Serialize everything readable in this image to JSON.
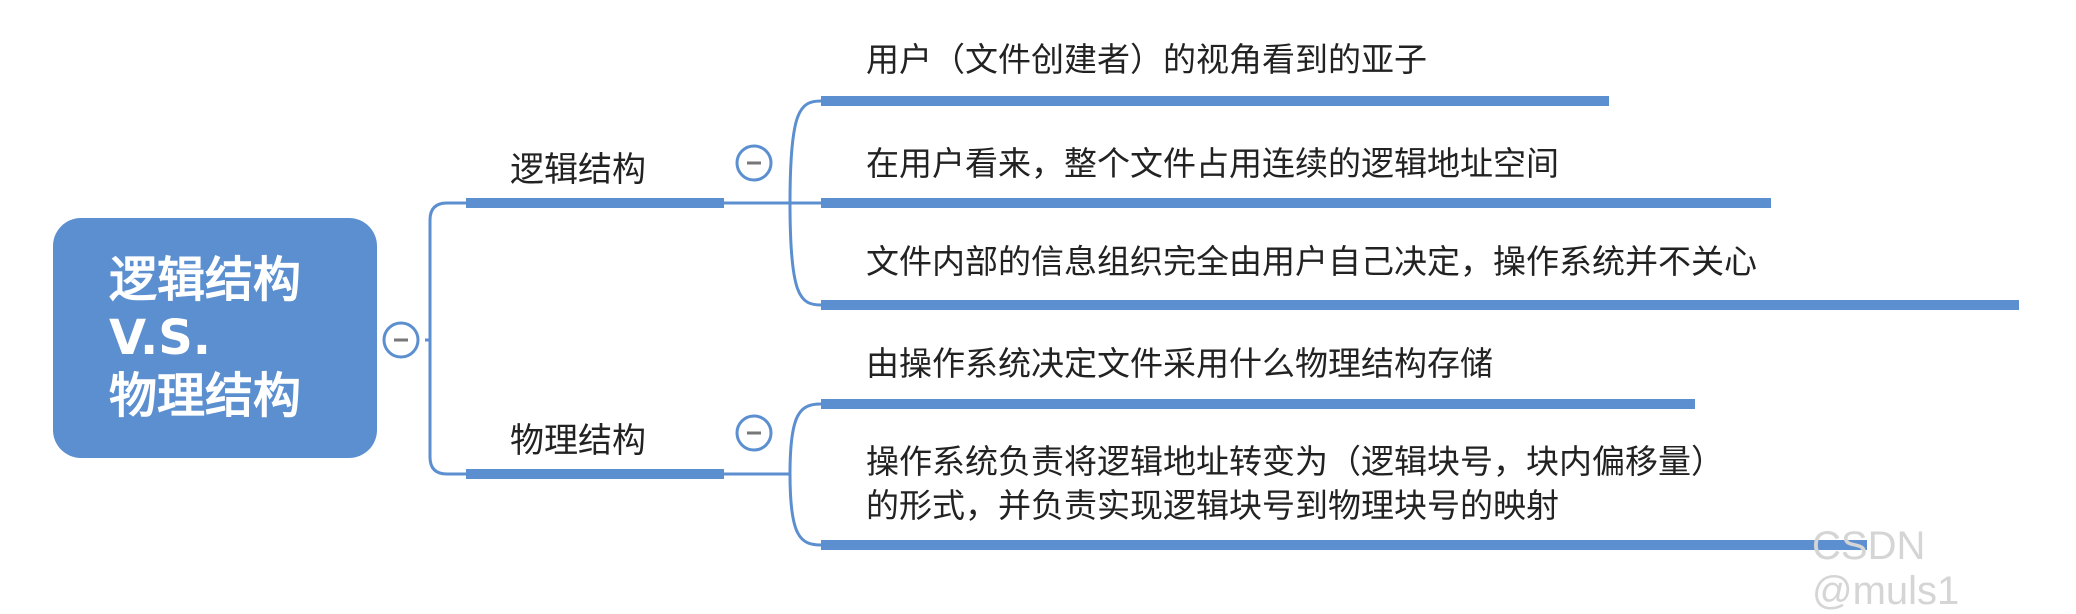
{
  "root": {
    "lines": [
      "逻辑结构",
      "V.S.",
      "物理结构"
    ]
  },
  "branches": [
    {
      "label": "逻辑结构",
      "leaves": [
        "用户（文件创建者）的视角看到的亚子",
        "在用户看来，整个文件占用连续的逻辑地址空间",
        "文件内部的信息组织完全由用户自己决定，操作系统并不关心"
      ]
    },
    {
      "label": "物理结构",
      "leaves": [
        "由操作系统决定文件采用什么物理结构存储",
        "操作系统负责将逻辑地址转变为（逻辑块号，块内偏移量）",
        "的形式，并负责实现逻辑块号到物理块号的映射"
      ]
    }
  ],
  "watermark": "CSDN @muls1",
  "colors": {
    "accent": "#5b8fd0"
  }
}
